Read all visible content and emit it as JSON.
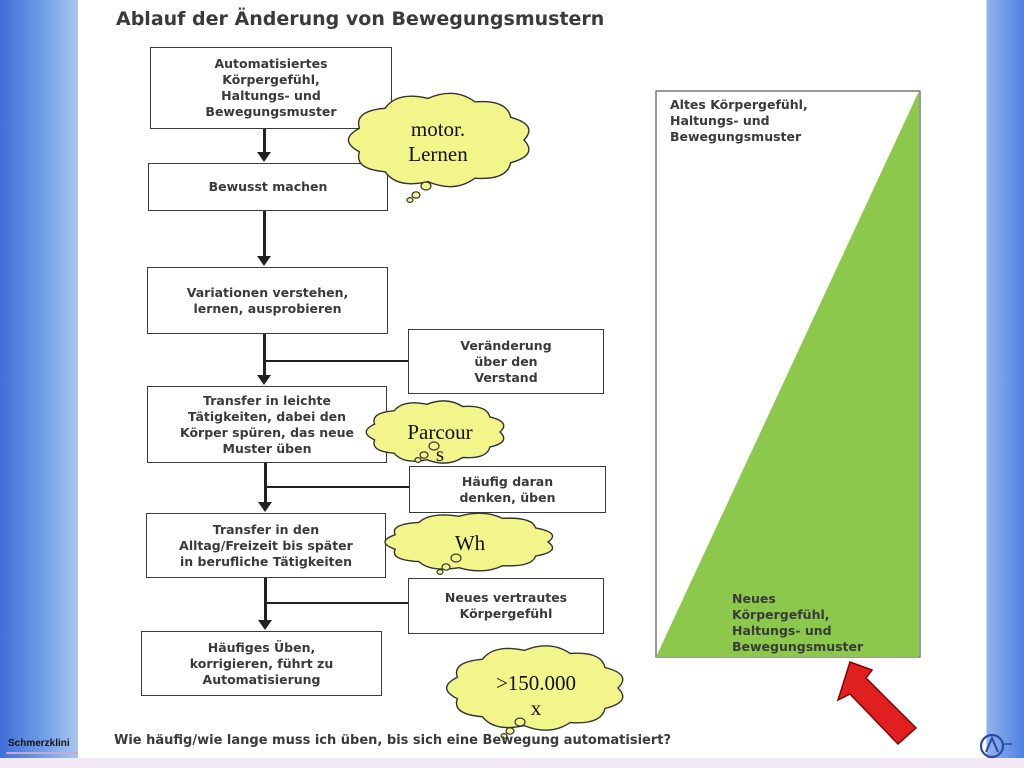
{
  "title": "Ablauf der Änderung von Bewegungsmustern",
  "flow": {
    "steps": [
      "Automatisiertes\nKörpergefühl,\nHaltungs- und\nBewegungsmuster",
      "Bewusst machen",
      "Variationen verstehen,\nlernen, ausprobieren",
      "Transfer in leichte\nTätigkeiten, dabei den\nKörper spüren, das neue\nMuster üben",
      "Transfer in den\nAlltag/Freizeit bis später\nin berufliche Tätigkeiten",
      "Häufiges Üben,\nkorrigieren, führt zu\nAutomatisierung"
    ],
    "side_boxes": [
      "Veränderung\nüber den\nVerstand",
      "Häufig daran\ndenken, üben",
      "Neues vertrautes\nKörpergefühl"
    ]
  },
  "panel": {
    "top_label": "Altes Körpergefühl,\nHaltungs- und\nBewegungsmuster",
    "bottom_label": "Neues\nKörpergefühl,\nHaltungs- und\nBewegungsmuster",
    "fill_color": "#8cc84b"
  },
  "thoughts": [
    "motor.\nLernen",
    "Parcour\ns",
    "Wh",
    ">150.000\nx"
  ],
  "cloud_color": "#f2f58a",
  "arrow_color": "#e02020",
  "footer_question": "Wie häufig/wie lange muss ich üben, bis sich eine Bewegung automatisiert?",
  "clinic_label": "Schmerzklini"
}
